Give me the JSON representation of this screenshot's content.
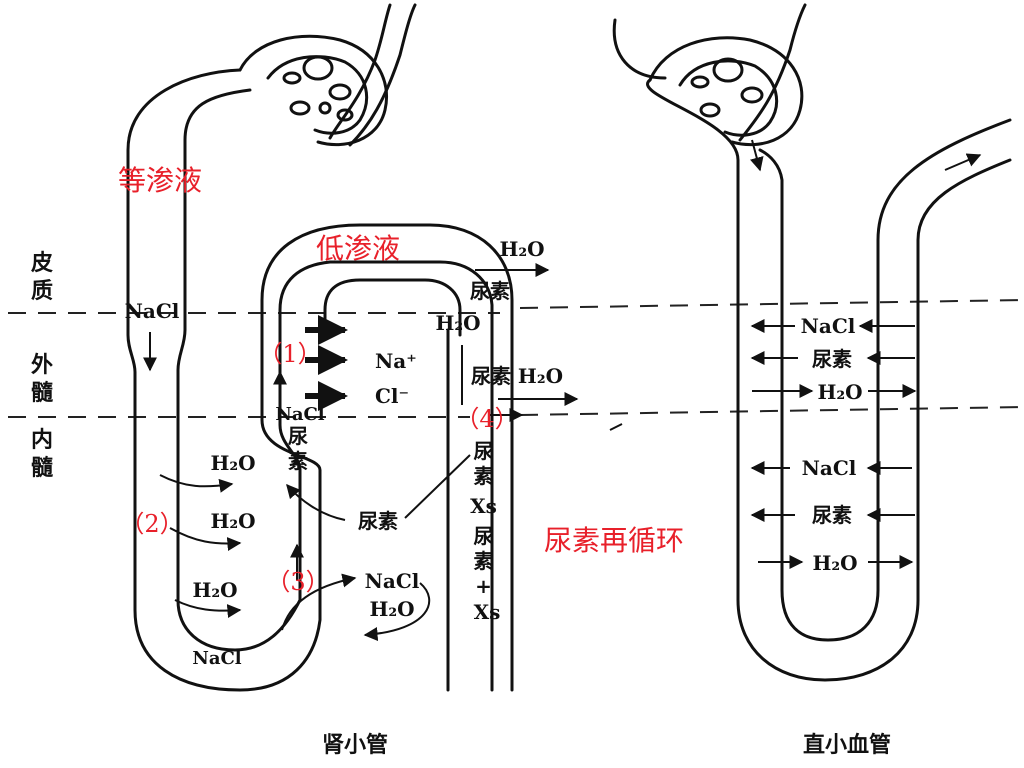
{
  "zones": {
    "cortex": "皮\n质",
    "outer_medulla": "外\n髓",
    "inner_medulla": "内\n髓"
  },
  "red_labels": {
    "isotonic": "等渗液",
    "hypotonic": "低渗液",
    "urea_recycling": "尿素再循环",
    "n1": "（1）",
    "n2": "（2）",
    "n3": "（3）",
    "n4": "（4）"
  },
  "tubule": {
    "title": "肾小管",
    "nacl_descending": "NaCl",
    "nacl_bottom": "NaCl",
    "h2o_descending": [
      "H₂O",
      "H₂O",
      "H₂O"
    ],
    "na": "Na⁺",
    "cl": "Cl⁻",
    "nacl_ascending": "NaCl",
    "urea_ascending": "尿\n素",
    "urea_arrow": "尿素",
    "nacl_h2o_out": "NaCl\nH₂O",
    "cortex_h2o": "H₂O",
    "cortex_urea": "尿素",
    "duct_h2o": "H₂O",
    "duct_urea_h2o": "尿素 H₂O",
    "duct_column": "尿\n素\nXs\n尿\n素\n+\nXs"
  },
  "vasa_recta": {
    "title": "直小血管",
    "labels": [
      "NaCl",
      "尿素",
      "H₂O",
      "NaCl",
      "尿素",
      "H₂O"
    ]
  }
}
